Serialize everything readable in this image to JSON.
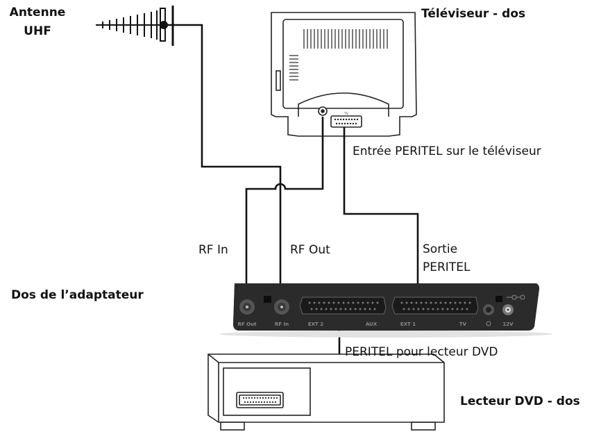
{
  "labels": {
    "antenna_line1": "Antenne",
    "antenna_line2": "UHF",
    "tv_back": "Téléviseur - dos",
    "tv_scart_input": "Entrée PERITEL sur le téléviseur",
    "rf_in": "RF In",
    "rf_out": "RF Out",
    "scart_out_line1": "Sortie",
    "scart_out_line2": "PERITEL",
    "adapter_back": "Dos de l’adaptateur",
    "dvd_scart": "PERITEL pour lecteur DVD",
    "dvd_back": "Lecteur DVD - dos"
  },
  "adapter_ports": {
    "rf_out": "RF Out",
    "rf_in": "RF In",
    "ext2": "EXT 2",
    "aux": "AUX",
    "ext1": "EXT 1",
    "tv": "TV",
    "power": "12V"
  },
  "tv_port": "TV",
  "colors": {
    "line": "#111111",
    "device_outline": "#222222",
    "adapter_body": "#2b2b2b",
    "adapter_text": "#8a8a8a"
  }
}
